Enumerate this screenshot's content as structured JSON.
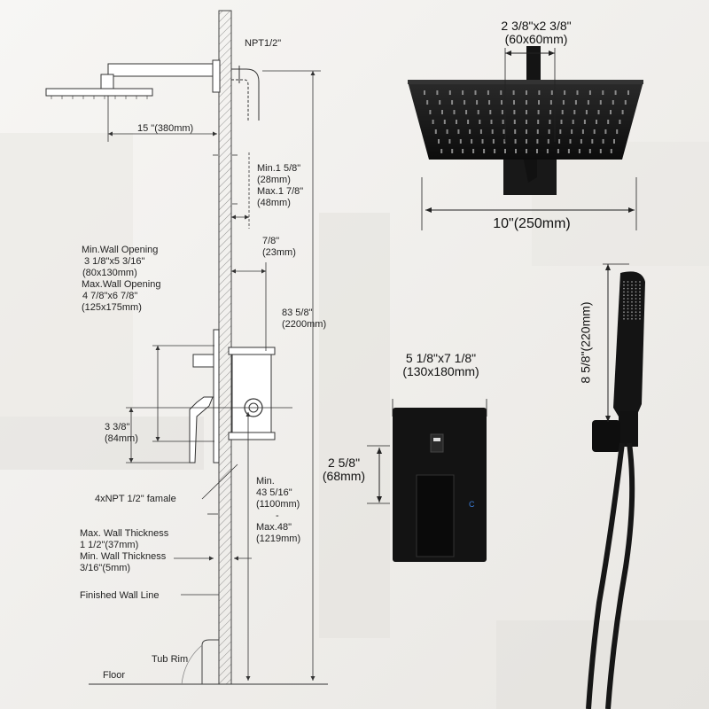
{
  "background": {
    "color": "#f1f0ee",
    "accent": "#e3e1dd"
  },
  "colors": {
    "line": "#333333",
    "fixture": "#141414",
    "hatch": "#666666",
    "indicator": "#3a7bd5"
  },
  "install_diagram": {
    "npt_label": "NPT1/2\"",
    "arm_length": "15 \"(380mm)",
    "depth_range": [
      "Min.1 5/8\"",
      "(28mm)",
      "Max.1 7/8\"",
      "(48mm)"
    ],
    "valve_offset": [
      "7/8\"",
      "(23mm)"
    ],
    "wall_opening": [
      "Min.Wall Opening",
      "3 1/8\"x5 3/16\"",
      "(80x130mm)",
      "Max.Wall Opening",
      "4 7/8\"x6 7/8\"",
      "(125x175mm)"
    ],
    "total_height": [
      "83 5/8\"",
      "(2200mm)"
    ],
    "valve_height": [
      "3 3/8\"",
      "(84mm)"
    ],
    "ports": "4xNPT 1/2\" famale",
    "valve_from_floor": [
      "Min.",
      "43 5/16\"",
      "(1100mm)",
      "-",
      "Max.48\"",
      "(1219mm)"
    ],
    "wall_thickness": [
      "Max. Wall Thickness",
      "1 1/2\"(37mm)",
      "Min. Wall Thickness",
      "3/16\"(5mm)"
    ],
    "finished_wall": "Finished Wall Line",
    "tub_rim": "Tub Rim",
    "floor": "Floor"
  },
  "shower_head": {
    "flange_size": [
      "2 3/8\"x2 3/8\"",
      "(60x60mm)"
    ],
    "width": "10\"(250mm)"
  },
  "trim_plate": {
    "size": [
      "5 1/8\"x7 1/8\"",
      "(130x180mm)"
    ],
    "handle_offset": [
      "2 5/8\"",
      "(68mm)"
    ]
  },
  "hand_shower": {
    "length": "8 5/8\"(220mm)"
  }
}
